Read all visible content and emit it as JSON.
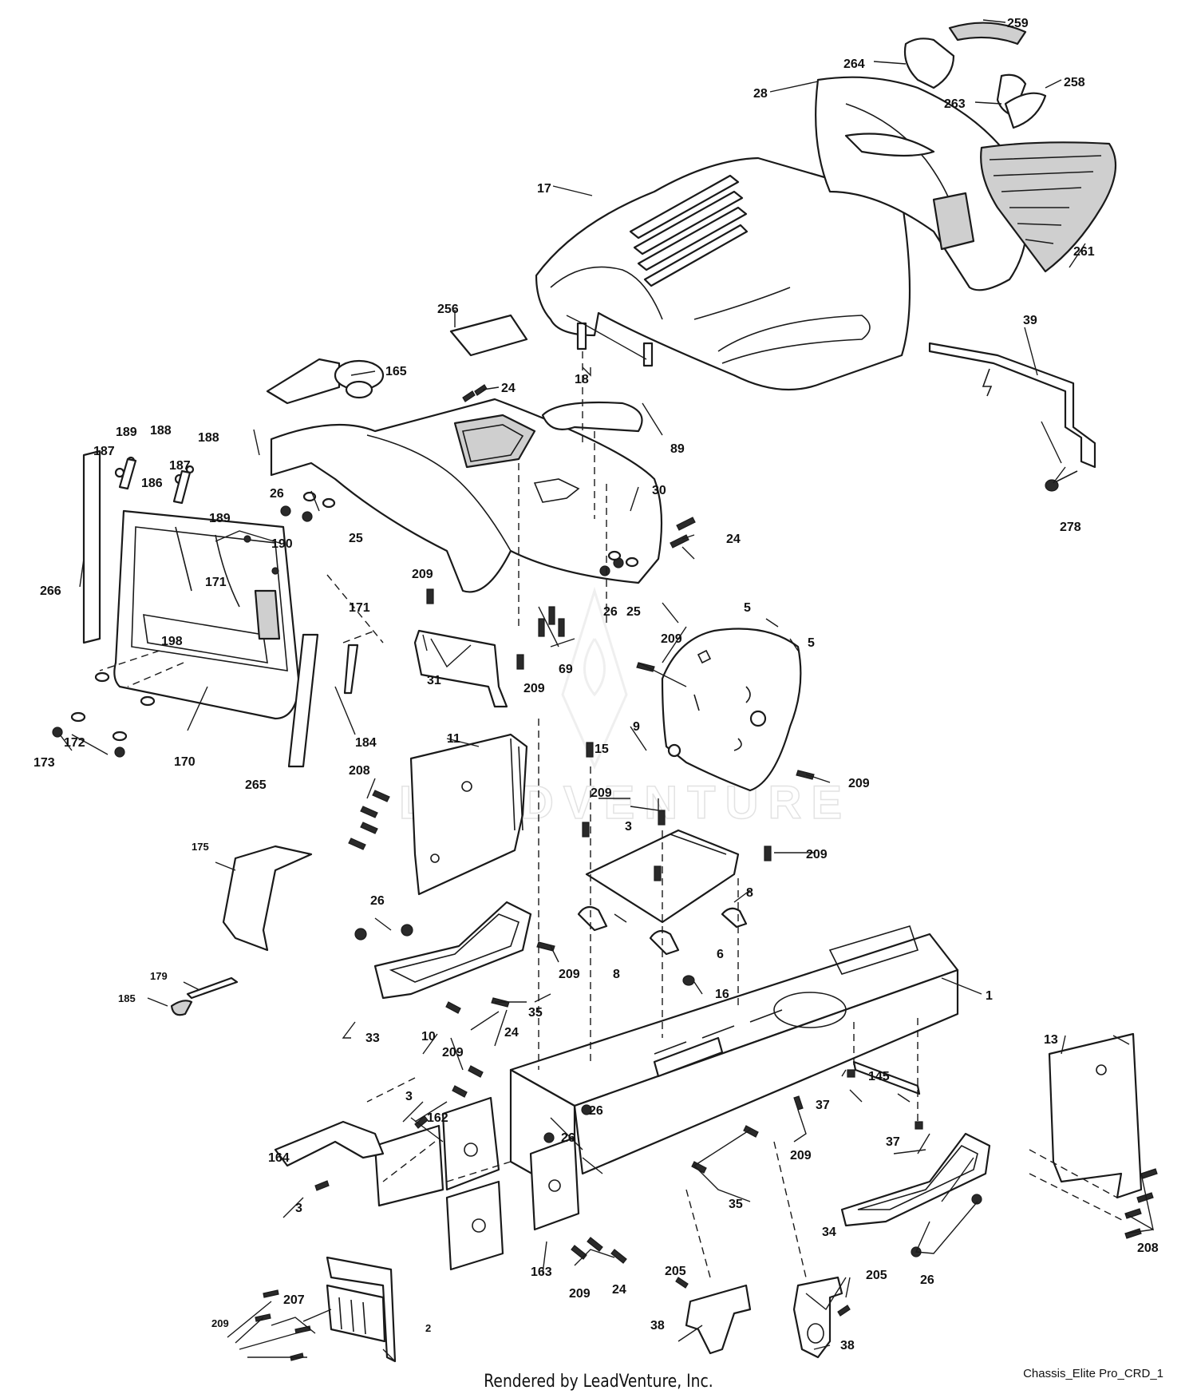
{
  "diagram": {
    "drawing_id": "Chassis_Elite Pro_CRD_1",
    "credit": "Rendered by LeadVenture, Inc.",
    "watermark": "LEADVENTURE",
    "callouts": [
      {
        "id": "c259",
        "label": "259"
      },
      {
        "id": "c264",
        "label": "264"
      },
      {
        "id": "c258",
        "label": "258"
      },
      {
        "id": "c28",
        "label": "28"
      },
      {
        "id": "c263",
        "label": "263"
      },
      {
        "id": "c17",
        "label": "17"
      },
      {
        "id": "c261",
        "label": "261"
      },
      {
        "id": "c39",
        "label": "39"
      },
      {
        "id": "c256",
        "label": "256"
      },
      {
        "id": "c165",
        "label": "165"
      },
      {
        "id": "c24a",
        "label": "24"
      },
      {
        "id": "c18",
        "label": "18"
      },
      {
        "id": "c89",
        "label": "89"
      },
      {
        "id": "c278",
        "label": "278"
      },
      {
        "id": "c189a",
        "label": "189"
      },
      {
        "id": "c188a",
        "label": "188"
      },
      {
        "id": "c187a",
        "label": "187"
      },
      {
        "id": "c188b",
        "label": "188"
      },
      {
        "id": "c187b",
        "label": "187"
      },
      {
        "id": "c186",
        "label": "186"
      },
      {
        "id": "c189b",
        "label": "189"
      },
      {
        "id": "c26a",
        "label": "26"
      },
      {
        "id": "c25a",
        "label": "25"
      },
      {
        "id": "c30",
        "label": "30"
      },
      {
        "id": "c24b",
        "label": "24"
      },
      {
        "id": "c190",
        "label": "190"
      },
      {
        "id": "c266",
        "label": "266"
      },
      {
        "id": "c171a",
        "label": "171"
      },
      {
        "id": "c171b",
        "label": "171"
      },
      {
        "id": "c209a",
        "label": "209"
      },
      {
        "id": "c26b",
        "label": "26"
      },
      {
        "id": "c25b",
        "label": "25"
      },
      {
        "id": "c5a",
        "label": "5"
      },
      {
        "id": "c5b",
        "label": "5"
      },
      {
        "id": "c209b",
        "label": "209"
      },
      {
        "id": "c198",
        "label": "198"
      },
      {
        "id": "c69",
        "label": "69"
      },
      {
        "id": "c31",
        "label": "31"
      },
      {
        "id": "c209c",
        "label": "209"
      },
      {
        "id": "c172",
        "label": "172"
      },
      {
        "id": "c173",
        "label": "173"
      },
      {
        "id": "c170",
        "label": "170"
      },
      {
        "id": "c184",
        "label": "184"
      },
      {
        "id": "c9",
        "label": "9"
      },
      {
        "id": "c15",
        "label": "15"
      },
      {
        "id": "c11",
        "label": "11"
      },
      {
        "id": "c265",
        "label": "265"
      },
      {
        "id": "c208a",
        "label": "208"
      },
      {
        "id": "c209d",
        "label": "209"
      },
      {
        "id": "c209e",
        "label": "209"
      },
      {
        "id": "c3a",
        "label": "3"
      },
      {
        "id": "c209f",
        "label": "209"
      },
      {
        "id": "c175",
        "label": "175"
      },
      {
        "id": "c26c",
        "label": "26"
      },
      {
        "id": "c8a",
        "label": "8"
      },
      {
        "id": "c6",
        "label": "6"
      },
      {
        "id": "c209g",
        "label": "209"
      },
      {
        "id": "c8b",
        "label": "8"
      },
      {
        "id": "c179",
        "label": "179"
      },
      {
        "id": "c185",
        "label": "185"
      },
      {
        "id": "c16",
        "label": "16"
      },
      {
        "id": "c35a",
        "label": "35"
      },
      {
        "id": "c1",
        "label": "1"
      },
      {
        "id": "c33",
        "label": "33"
      },
      {
        "id": "c10",
        "label": "10"
      },
      {
        "id": "c24c",
        "label": "24"
      },
      {
        "id": "c209h",
        "label": "209"
      },
      {
        "id": "c13",
        "label": "13"
      },
      {
        "id": "c145",
        "label": "145"
      },
      {
        "id": "c3b",
        "label": "3"
      },
      {
        "id": "c162",
        "label": "162"
      },
      {
        "id": "c26d",
        "label": "26"
      },
      {
        "id": "c37a",
        "label": "37"
      },
      {
        "id": "c26e",
        "label": "26"
      },
      {
        "id": "c164",
        "label": "164"
      },
      {
        "id": "c209i",
        "label": "209"
      },
      {
        "id": "c37b",
        "label": "37"
      },
      {
        "id": "c3c",
        "label": "3"
      },
      {
        "id": "c35b",
        "label": "35"
      },
      {
        "id": "c34",
        "label": "34"
      },
      {
        "id": "c208b",
        "label": "208"
      },
      {
        "id": "c163",
        "label": "163"
      },
      {
        "id": "c209j",
        "label": "209"
      },
      {
        "id": "c24d",
        "label": "24"
      },
      {
        "id": "c205a",
        "label": "205"
      },
      {
        "id": "c205b",
        "label": "205"
      },
      {
        "id": "c26f",
        "label": "26"
      },
      {
        "id": "c207",
        "label": "207"
      },
      {
        "id": "c209k",
        "label": "209"
      },
      {
        "id": "c2",
        "label": "2"
      },
      {
        "id": "c38a",
        "label": "38"
      },
      {
        "id": "c38b",
        "label": "38"
      }
    ]
  }
}
